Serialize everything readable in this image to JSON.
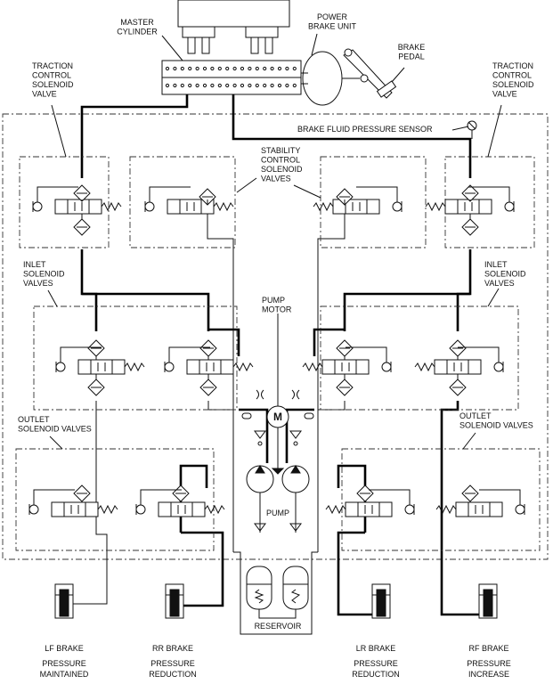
{
  "labels": {
    "master_cylinder": [
      "MASTER",
      "CYLINDER"
    ],
    "power_brake_unit": [
      "POWER",
      "BRAKE UNIT"
    ],
    "brake_pedal": [
      "BRAKE",
      "PEDAL"
    ],
    "traction_left": [
      "TRACTION",
      "CONTROL",
      "SOLENOID",
      "VALVE"
    ],
    "traction_right": [
      "TRACTION",
      "CONTROL",
      "SOLENOID",
      "VALVE"
    ],
    "pressure_sensor": "BRAKE FLUID PRESSURE SENSOR",
    "stability": [
      "STABILITY",
      "CONTROL",
      "SOLENOID",
      "VALVES"
    ],
    "inlet_left": [
      "INLET",
      "SOLENOID",
      "VALVES"
    ],
    "inlet_right": [
      "INLET",
      "SOLENOID",
      "VALVES"
    ],
    "pump_motor": [
      "PUMP",
      "MOTOR"
    ],
    "motor_symbol": "M",
    "outlet_left": [
      "OUTLET",
      "SOLENOID VALVES"
    ],
    "outlet_right": [
      "OUTLET",
      "SOLENOID VALVES"
    ],
    "pump": "PUMP",
    "reservoir": "RESERVOIR"
  },
  "brakes": [
    {
      "name": "LF BRAKE",
      "state": [
        "PRESSURE",
        "MAINTAINED"
      ]
    },
    {
      "name": "RR BRAKE",
      "state": [
        "PRESSURE",
        "REDUCTION"
      ]
    },
    {
      "name": "LR BRAKE",
      "state": [
        "PRESSURE",
        "REDUCTION"
      ]
    },
    {
      "name": "RF BRAKE",
      "state": [
        "PRESSURE",
        "INCREASE"
      ]
    }
  ]
}
